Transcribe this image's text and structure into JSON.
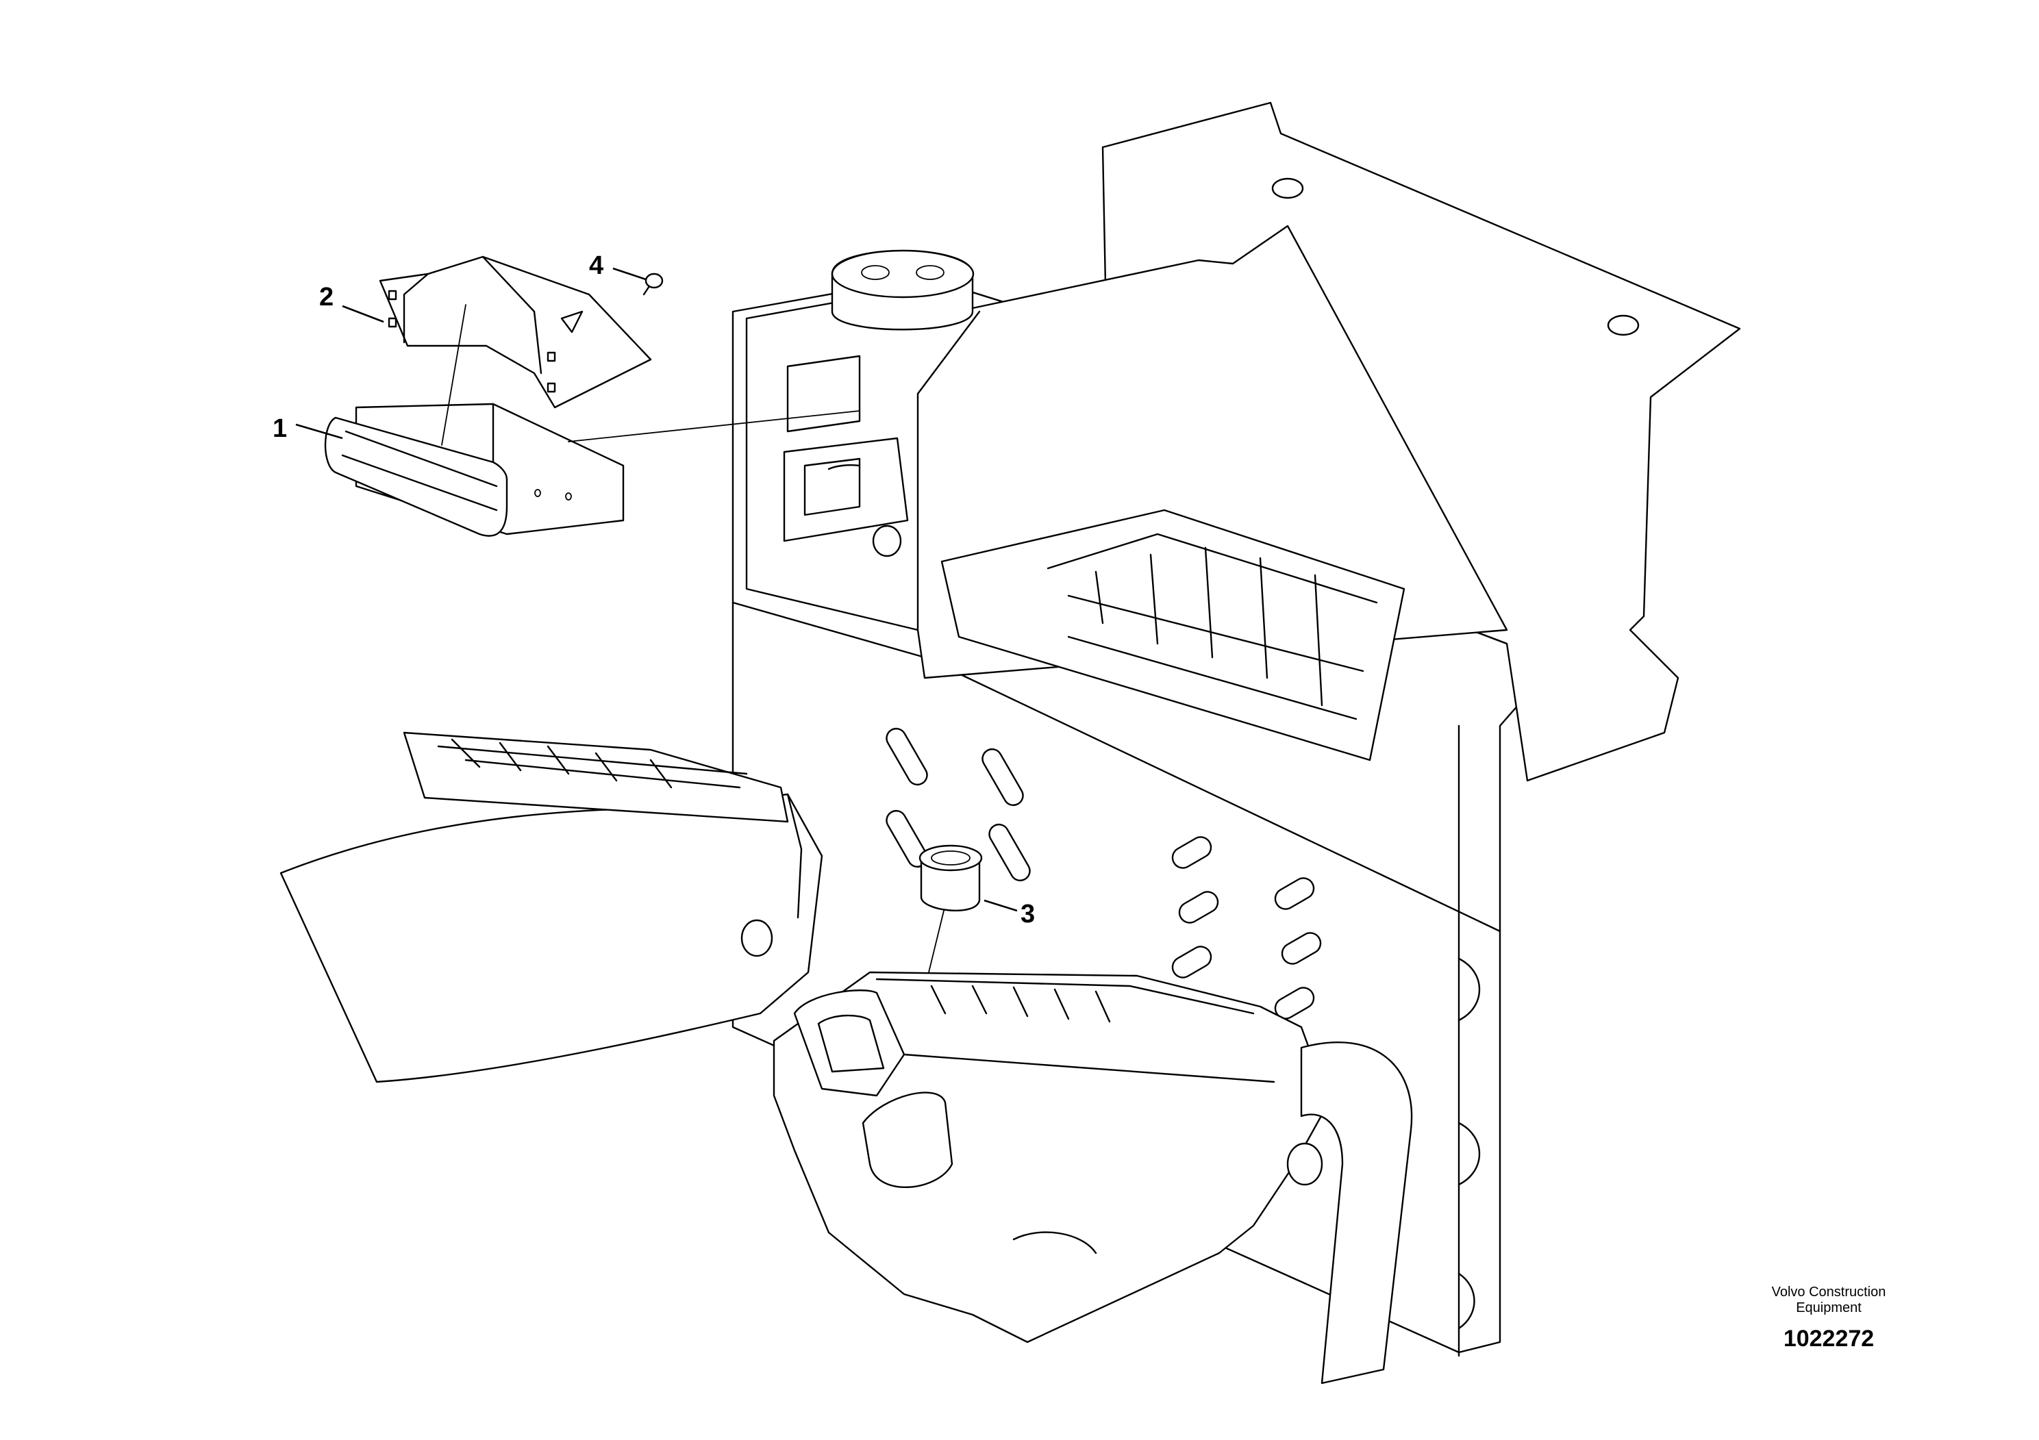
{
  "callouts": {
    "part_1": "1",
    "part_2": "2",
    "part_3": "3",
    "part_4": "4"
  },
  "footer": {
    "brand_line_1": "Volvo Construction",
    "brand_line_2": "Equipment",
    "drawing_number": "1022272"
  },
  "colors": {
    "line": "#000000",
    "background": "#ffffff"
  }
}
